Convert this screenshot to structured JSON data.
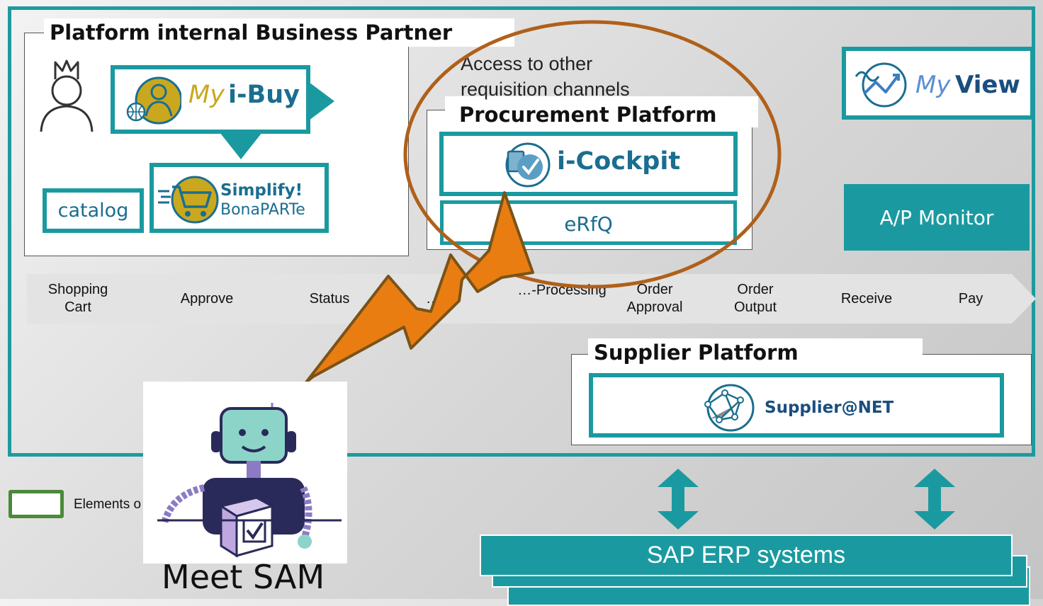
{
  "partner_section": {
    "title": "Platform internal Business Partner"
  },
  "myibuy": {
    "my": "My",
    "name": "i-Buy"
  },
  "catalog": {
    "label": "catalog"
  },
  "simplify": {
    "line1": "Simplify!",
    "line2": "BonaPARTe"
  },
  "access_note": {
    "line1": "Access  to other",
    "line2": "requisition channels"
  },
  "procurement_section": {
    "title": "Procurement Platform"
  },
  "icockpit": {
    "label": "i-Cockpit"
  },
  "erfq": {
    "label": "eRfQ"
  },
  "myview": {
    "my": "My",
    "name": "View"
  },
  "ap_monitor": {
    "label": "A/P Monitor"
  },
  "process_steps": [
    {
      "label": "Shopping\nCart"
    },
    {
      "label": "Approve"
    },
    {
      "label": "Status"
    },
    {
      "label": "…"
    },
    {
      "label": "…-Processing"
    },
    {
      "label": "Order\nApproval"
    },
    {
      "label": "Order\nOutput"
    },
    {
      "label": "Receive"
    },
    {
      "label": "Pay"
    }
  ],
  "supplier_section": {
    "title": "Supplier Platform"
  },
  "suppliernet": {
    "label": "Supplier@NET"
  },
  "legend": {
    "label": "Elements o"
  },
  "sap_erp": {
    "label": "SAP ERP systems"
  },
  "sam": {
    "caption": "Meet SAM"
  },
  "colors": {
    "teal": "#1a9aa0",
    "gold": "#c9a81f",
    "orange": "#e97d12",
    "ellipse": "#b0601a",
    "legend_green": "#4a8a3a"
  }
}
